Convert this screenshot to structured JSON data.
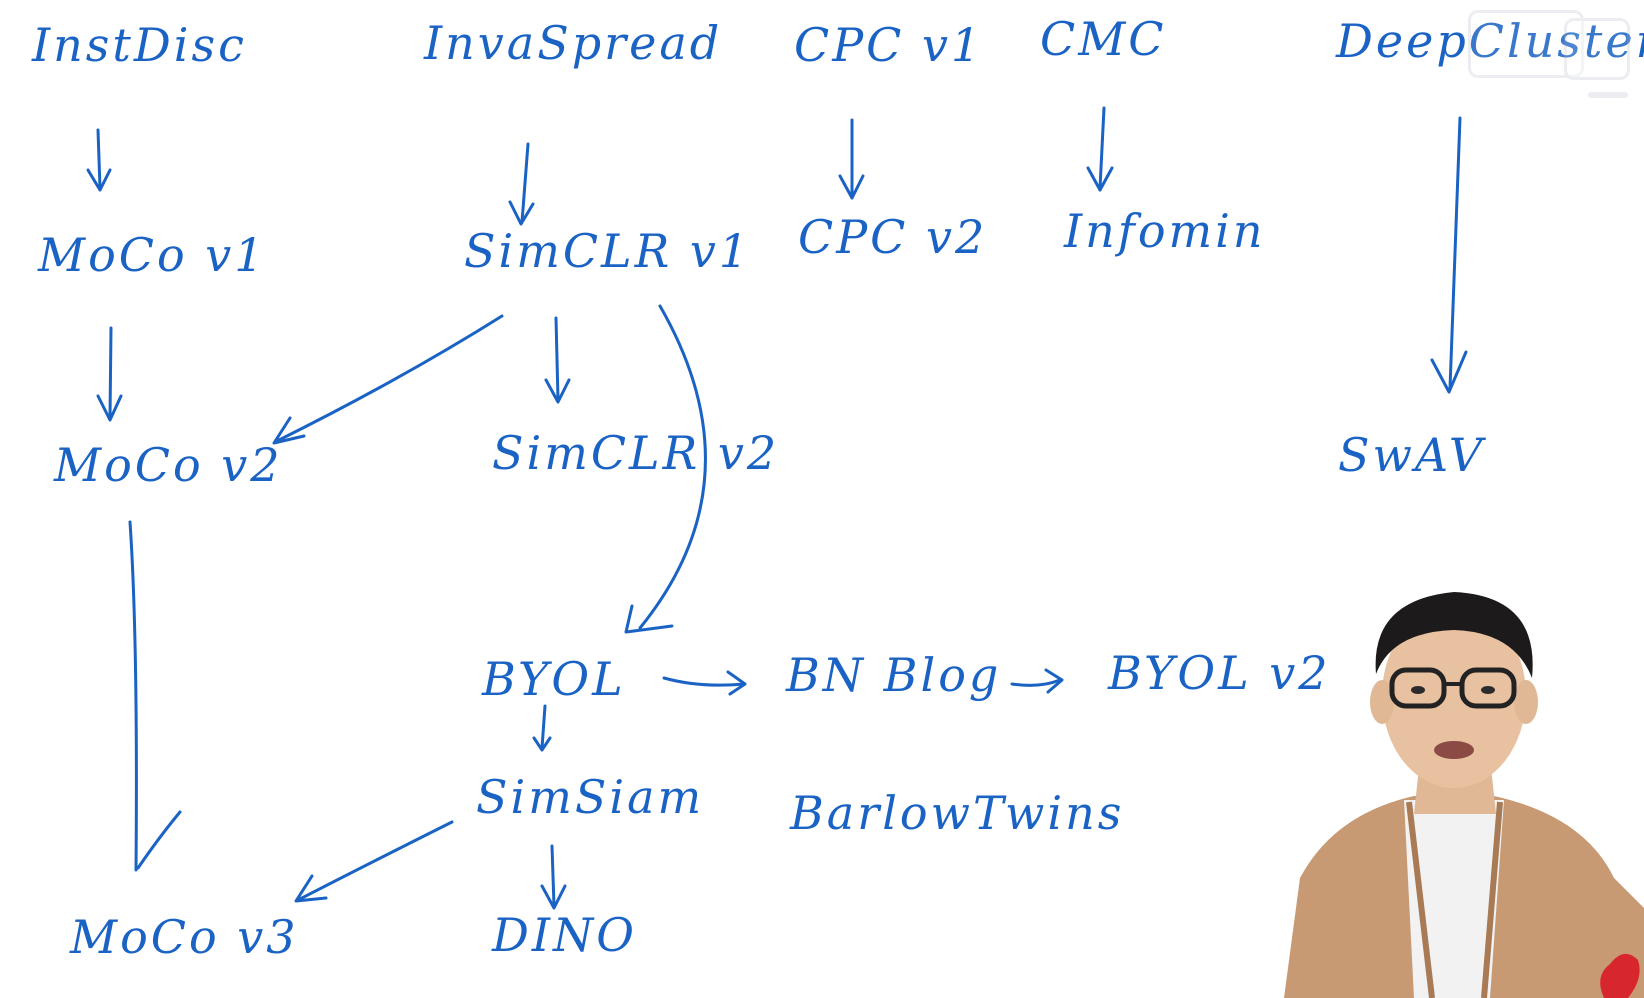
{
  "diagram": {
    "nodes": [
      {
        "id": "instdisc",
        "label": "InstDisc"
      },
      {
        "id": "invaspread",
        "label": "InvaSpread"
      },
      {
        "id": "cpcv1",
        "label": "CPC v1"
      },
      {
        "id": "cmc",
        "label": "CMC"
      },
      {
        "id": "deepcluster",
        "label": "DeepCluster"
      },
      {
        "id": "mocov1",
        "label": "MoCo v1"
      },
      {
        "id": "simclrv1",
        "label": "SimCLR v1"
      },
      {
        "id": "cpcv2",
        "label": "CPC v2"
      },
      {
        "id": "infomin",
        "label": "Infomin"
      },
      {
        "id": "mocov2",
        "label": "MoCo v2"
      },
      {
        "id": "simclrv2",
        "label": "SimCLR v2"
      },
      {
        "id": "swav",
        "label": "SwAV"
      },
      {
        "id": "byol",
        "label": "BYOL"
      },
      {
        "id": "bnblog",
        "label": "BN Blog"
      },
      {
        "id": "byolv2",
        "label": "BYOL v2"
      },
      {
        "id": "simsiam",
        "label": "SimSiam"
      },
      {
        "id": "barlowtwins",
        "label": "BarlowTwins"
      },
      {
        "id": "mocov3",
        "label": "MoCo v3"
      },
      {
        "id": "dino",
        "label": "DINO"
      }
    ],
    "edges": [
      {
        "from": "instdisc",
        "to": "mocov1"
      },
      {
        "from": "mocov1",
        "to": "mocov2"
      },
      {
        "from": "mocov2",
        "to": "mocov3"
      },
      {
        "from": "invaspread",
        "to": "simclrv1"
      },
      {
        "from": "simclrv1",
        "to": "mocov2"
      },
      {
        "from": "simclrv1",
        "to": "simclrv2"
      },
      {
        "from": "simclrv1",
        "to": "byol"
      },
      {
        "from": "cpcv1",
        "to": "cpcv2"
      },
      {
        "from": "cmc",
        "to": "infomin"
      },
      {
        "from": "deepcluster",
        "to": "swav"
      },
      {
        "from": "byol",
        "to": "bnblog"
      },
      {
        "from": "bnblog",
        "to": "byolv2"
      },
      {
        "from": "byol",
        "to": "simsiam"
      },
      {
        "from": "simsiam",
        "to": "mocov3"
      },
      {
        "from": "simsiam",
        "to": "dino"
      }
    ]
  },
  "colors": {
    "ink": "#1a63c4",
    "background": "#ffffff"
  }
}
